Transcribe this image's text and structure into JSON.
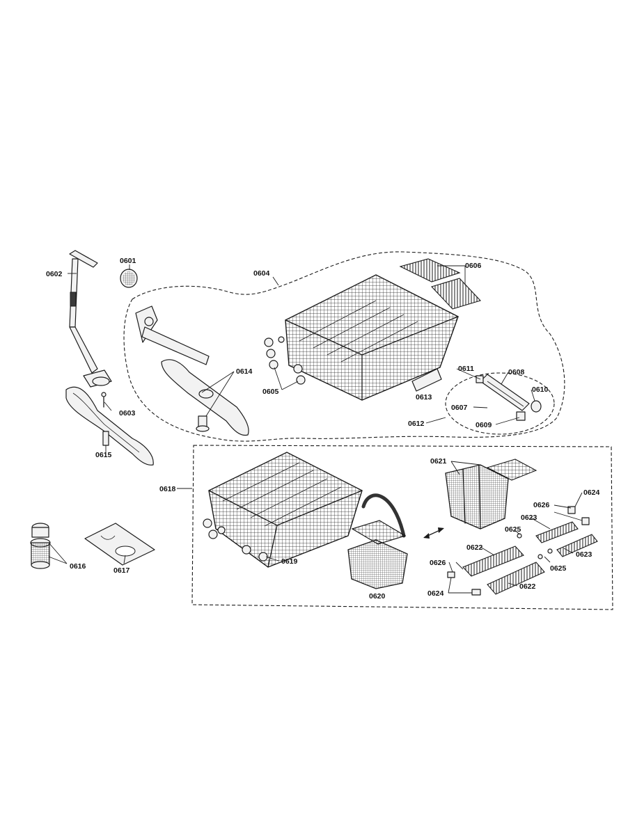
{
  "diagram": {
    "labels": {
      "p0601": "0601",
      "p0602": "0602",
      "p0603": "0603",
      "p0604": "0604",
      "p0605": "0605",
      "p0606": "0606",
      "p0607": "0607",
      "p0608": "0608",
      "p0609": "0609",
      "p0610": "0610",
      "p0611": "0611",
      "p0612": "0612",
      "p0613": "0613",
      "p0614": "0614",
      "p0615": "0615",
      "p0616": "0616",
      "p0617": "0617",
      "p0618": "0618",
      "p0619": "0619",
      "p0620": "0620",
      "p0621": "0621",
      "p0622a": "0622",
      "p0622b": "0622",
      "p0623a": "0623",
      "p0623b": "0623",
      "p0624a": "0624",
      "p0624b": "0624",
      "p0625a": "0625",
      "p0625b": "0625",
      "p0626a": "0626",
      "p0626b": "0626"
    }
  }
}
